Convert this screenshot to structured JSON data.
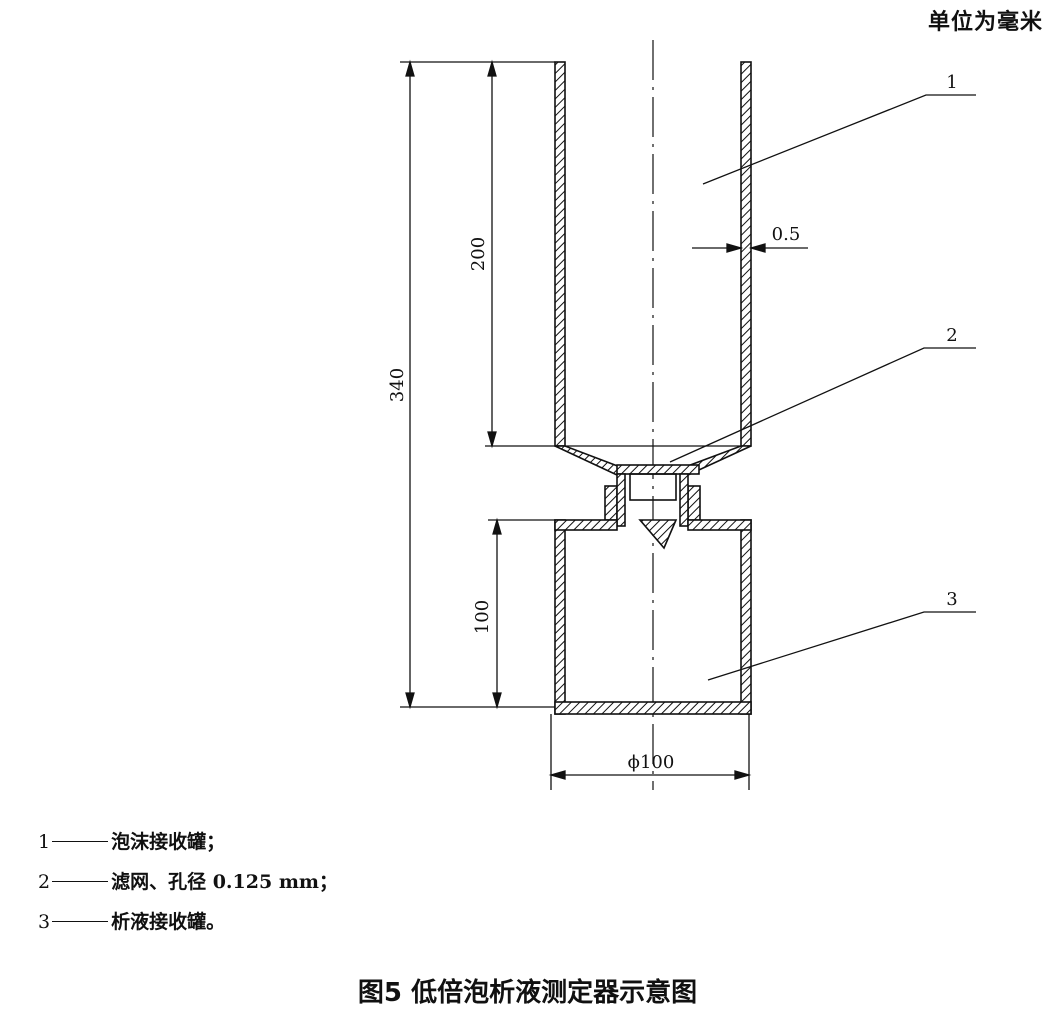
{
  "unit_note": "单位为毫米",
  "dimensions": {
    "total_height": "340",
    "upper_height": "200",
    "lower_height": "100",
    "wall": "0.5",
    "diameter": "ϕ100"
  },
  "callouts": [
    "1",
    "2",
    "3"
  ],
  "legend": [
    {
      "num": "1",
      "text": "泡沫接收罐；"
    },
    {
      "num": "2",
      "text": "滤网、孔径 0.125 mm；"
    },
    {
      "num": "3",
      "text": "析液接收罐。"
    }
  ],
  "caption": "图5 低倍泡析液测定器示意图"
}
